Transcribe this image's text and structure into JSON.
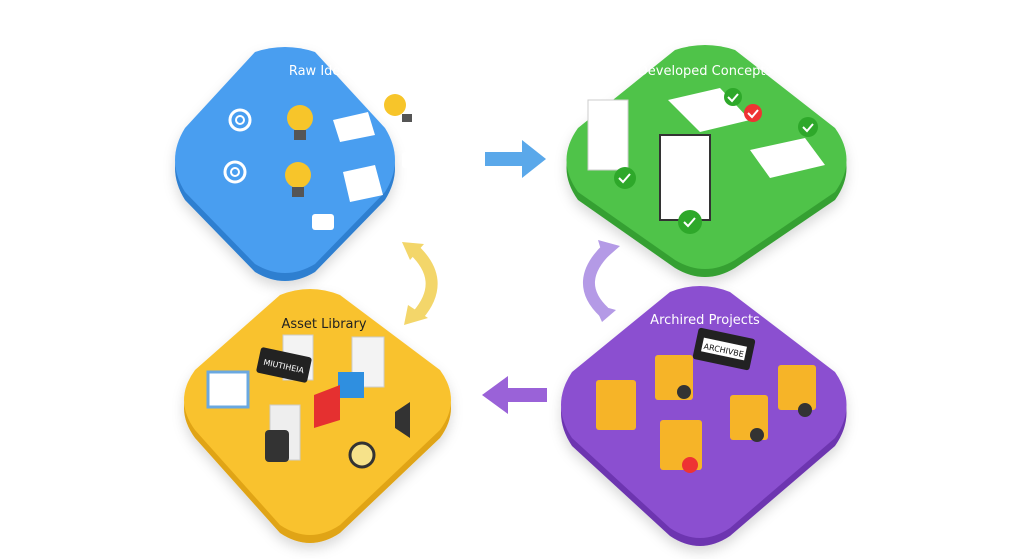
{
  "stages": [
    {
      "title": "Raw Ideas",
      "color": "#4a9ef0",
      "side": "#2f7fd0"
    },
    {
      "title": "Developed Concepts",
      "color": "#4fc34a",
      "side": "#36a033"
    },
    {
      "title": "Asset Library",
      "color": "#f9c22e",
      "side": "#e0a414"
    },
    {
      "title": "Archired Projects",
      "color": "#8b4fd0",
      "side": "#6d36b0"
    }
  ],
  "badges": {
    "multimedia": "MIUTIHEIA",
    "archive": "ARCHIVBE"
  },
  "arrows": {
    "blue": "#5aa8ea",
    "purple": "#9a62d8",
    "yellow": "#f3d66a",
    "lavender": "#b49ae6"
  }
}
